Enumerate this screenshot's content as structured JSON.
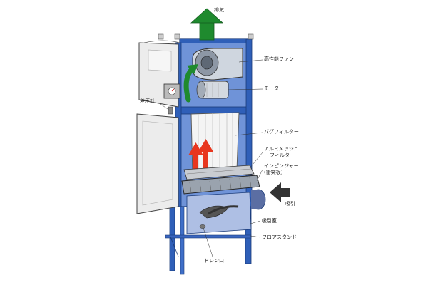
{
  "labels": {
    "exhaust": "排気",
    "fan": "高性能ファン",
    "motor": "モーター",
    "gauge": "差圧計",
    "bag_filter": "バグフィルター",
    "aluminum_mesh_line1": "アルミメッシュ",
    "aluminum_mesh_line2": "フィルター",
    "impinger_line1": "インピンジャー",
    "impinger_line2": "(衝突板)",
    "intake": "吸引",
    "dust_chamber": "吸引室",
    "floor_stand": "フロアスタンド",
    "drain": "ドレン口"
  },
  "colors": {
    "frame_blue": "#2f5fb8",
    "panel_blue": "#6f93d8",
    "door_gray": "#e9e9e9",
    "exhaust_arrow": "#1f8a2e",
    "fan_arrow": "#1f8a2e",
    "air_arrow": "#e8361e",
    "intake_arrow": "#333333"
  }
}
